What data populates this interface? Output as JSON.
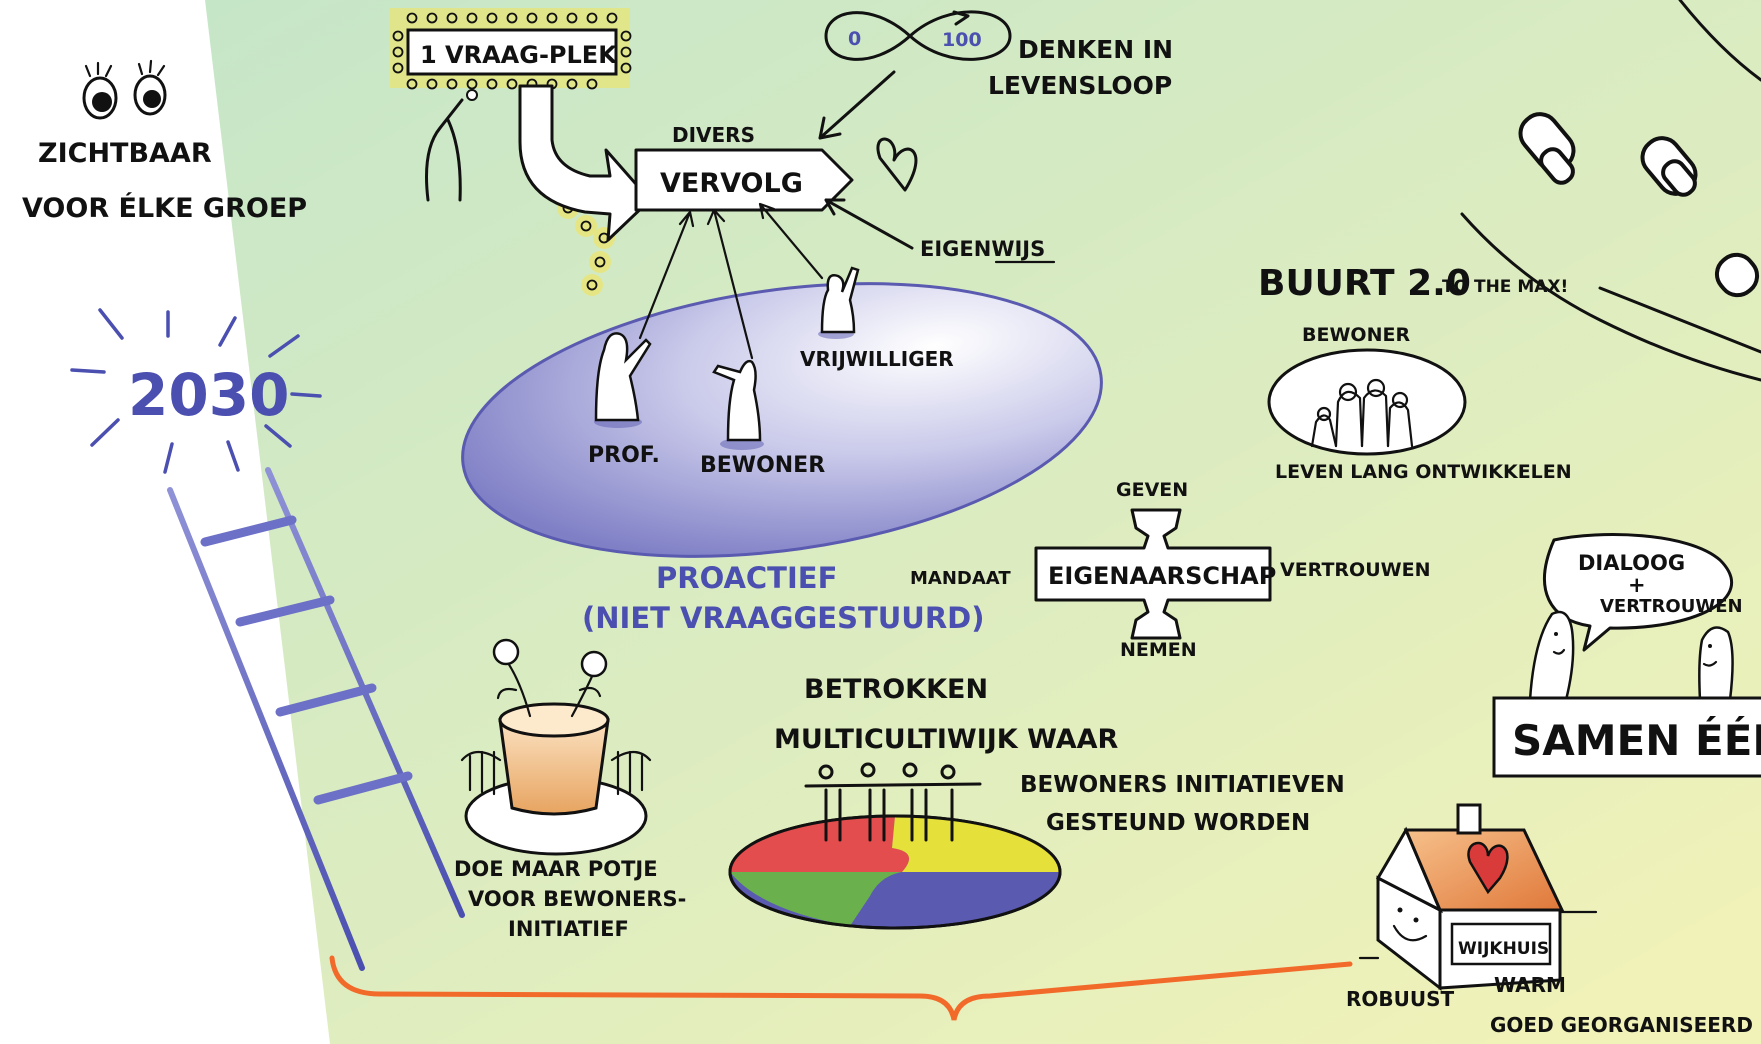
{
  "labels": {
    "zichtbaar_1": "ZICHTBAAR",
    "zichtbaar_2": "VOOR ÉLKE GROEP",
    "year": "2030",
    "vraagplek": "1 VRAAG-PLEK",
    "levensloop_0": "0",
    "levensloop_100": "100",
    "denken_1": "DENKEN IN",
    "denken_2": "LEVENSLOOP",
    "divers": "DIVERS",
    "vervolg": "VERVOLG",
    "eigenwijs": "EIGENWIJS",
    "vrijwilliger": "VRIJWILLIGER",
    "prof": "PROF.",
    "bewoner_circle": "BEWONER",
    "proactief_1": "PROACTIEF",
    "proactief_2": "(NIET VRAAGGESTUURD)",
    "buurt_main": "BUURT 2.0",
    "buurt_small": "TO THE MAX!",
    "bewoner_group": "BEWONER",
    "leven_lang": "LEVEN LANG ONTWIKKELEN",
    "geven": "GEVEN",
    "mandaat": "MANDAAT",
    "eigenaarschap": "EIGENAARSCHAP",
    "vertrouwen": "VERTROUWEN",
    "nemen": "NEMEN",
    "dialoog_1": "DIALOOG",
    "dialoog_2": "+",
    "dialoog_3": "VERTROUWEN",
    "samen_een": "SAMEN ÉÉN",
    "betrokken": "BETROKKEN",
    "multicultiwijk": "MULTICULTIWIJK WAAR",
    "initiatieven_1": "BEWONERS INITIATIEVEN",
    "initiatieven_2": "GESTEUND WORDEN",
    "potje_1": "DOE MAAR POTJE",
    "potje_2": "VOOR BEWONERS-",
    "potje_3": "INITIATIEF",
    "wijkhuis": "WIJKHUIS",
    "robuust": "ROBUUST",
    "warm": "WARM",
    "goed": "GOED GEORGANISEERD"
  },
  "colors": {
    "accent_blue": "#4a4fb0",
    "brace_orange": "#f26a2a",
    "bulb_yellow": "#f3e45a",
    "bg_green": "#cde9c9",
    "bg_yellow": "#eef1b8"
  }
}
